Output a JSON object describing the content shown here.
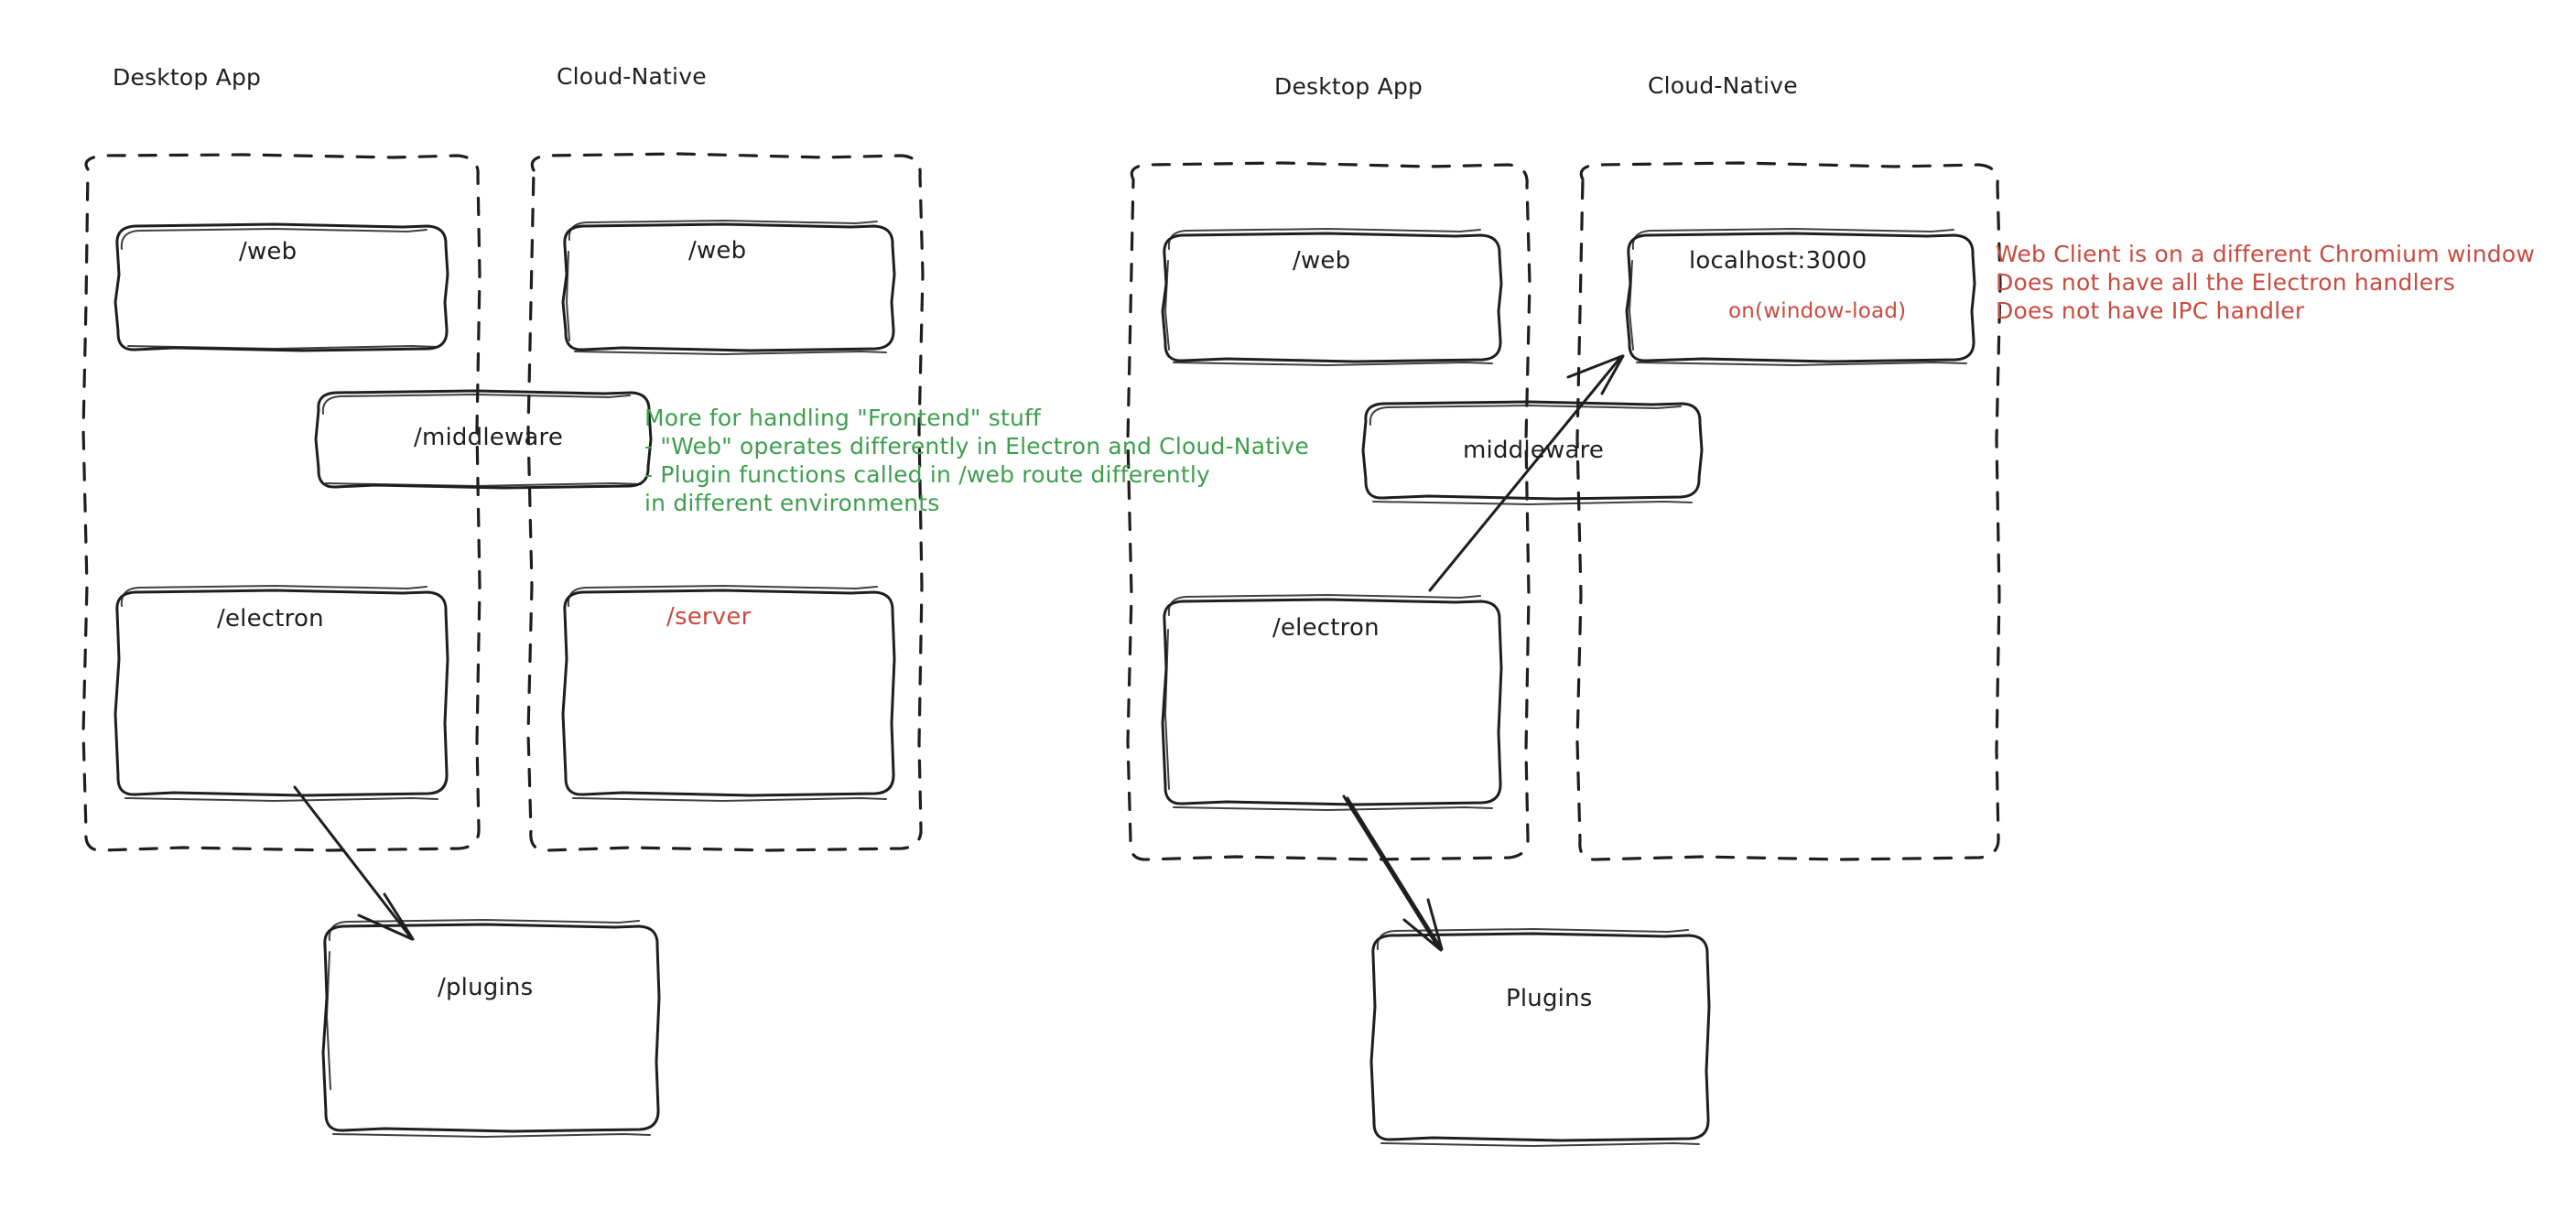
{
  "meta": {
    "kind": "hand-drawn architecture diagram",
    "background": "#ffffff",
    "ink": "#1e1e1e",
    "accent_red": "#c94a3e",
    "accent_green": "#3e9e4d"
  },
  "diagrams": [
    {
      "id": "left",
      "name": "current-architecture",
      "groups": [
        {
          "id": "left-desktop",
          "label": "Desktop App",
          "nodes": [
            {
              "id": "left-desktop-web",
              "label": "/web",
              "color": "ink"
            },
            {
              "id": "left-desktop-electron",
              "label": "/electron",
              "color": "ink"
            }
          ]
        },
        {
          "id": "left-cloud",
          "label": "Cloud-Native",
          "nodes": [
            {
              "id": "left-cloud-web",
              "label": "/web",
              "color": "ink"
            },
            {
              "id": "left-cloud-server",
              "label": "/server",
              "color": "red"
            }
          ]
        }
      ],
      "shared_nodes": [
        {
          "id": "left-middleware",
          "label": "/middleware",
          "color": "ink"
        },
        {
          "id": "left-plugins",
          "label": "/plugins",
          "color": "ink"
        }
      ],
      "annotations": [
        {
          "id": "left-green-note",
          "color": "green",
          "lines": [
            "More for handling \"Frontend\" stuff",
            "- \"Web\" operates differently in Electron and Cloud-Native",
            "- Plugin functions called in /web route differently",
            "in different environments"
          ]
        }
      ],
      "arrows": [
        {
          "id": "left-electron-to-plugins",
          "from": "/electron",
          "to": "/plugins"
        }
      ]
    },
    {
      "id": "right",
      "name": "proposed-architecture",
      "groups": [
        {
          "id": "right-desktop",
          "label": "Desktop App",
          "nodes": [
            {
              "id": "right-desktop-web",
              "label": "/web",
              "color": "ink"
            },
            {
              "id": "right-desktop-electron",
              "label": "/electron",
              "color": "ink"
            }
          ]
        },
        {
          "id": "right-cloud",
          "label": "Cloud-Native",
          "nodes": [
            {
              "id": "right-cloud-localhost",
              "label": "localhost:3000",
              "color": "ink",
              "sublabel": "on(window-load)",
              "sublabel_color": "red"
            }
          ]
        }
      ],
      "shared_nodes": [
        {
          "id": "right-middleware",
          "label": "middleware",
          "color": "ink"
        },
        {
          "id": "right-plugins",
          "label": "Plugins",
          "color": "ink"
        }
      ],
      "annotations": [
        {
          "id": "right-red-note",
          "color": "red",
          "lines": [
            "Web Client is on a different Chromium window",
            "Does not have all the Electron handlers",
            "Does not have IPC handler"
          ]
        }
      ],
      "arrows": [
        {
          "id": "right-electron-to-localhost",
          "from": "/electron",
          "to": "localhost:3000"
        },
        {
          "id": "right-electron-to-plugins",
          "from": "/electron",
          "to": "Plugins"
        }
      ]
    }
  ],
  "text": {
    "left_desktop_title": "Desktop App",
    "left_cloud_title": "Cloud-Native",
    "left_desktop_web": "/web",
    "left_cloud_web": "/web",
    "left_middleware": "/middleware",
    "left_electron": "/electron",
    "left_server": "/server",
    "left_plugins": "/plugins",
    "green_line_1": "More for handling \"Frontend\" stuff",
    "green_line_2": "- \"Web\" operates differently in Electron and Cloud-Native",
    "green_line_3": "- Plugin functions called in /web route differently",
    "green_line_4": "in different environments",
    "right_desktop_title": "Desktop App",
    "right_cloud_title": "Cloud-Native",
    "right_desktop_web": "/web",
    "right_localhost": "localhost:3000",
    "right_onwindowload": "on(window-load)",
    "right_middleware": "middleware",
    "right_electron": "/electron",
    "right_plugins": "Plugins",
    "red_line_1": "Web Client is on a different Chromium window",
    "red_line_2": "Does not have all the Electron handlers",
    "red_line_3": "Does not have IPC handler"
  }
}
